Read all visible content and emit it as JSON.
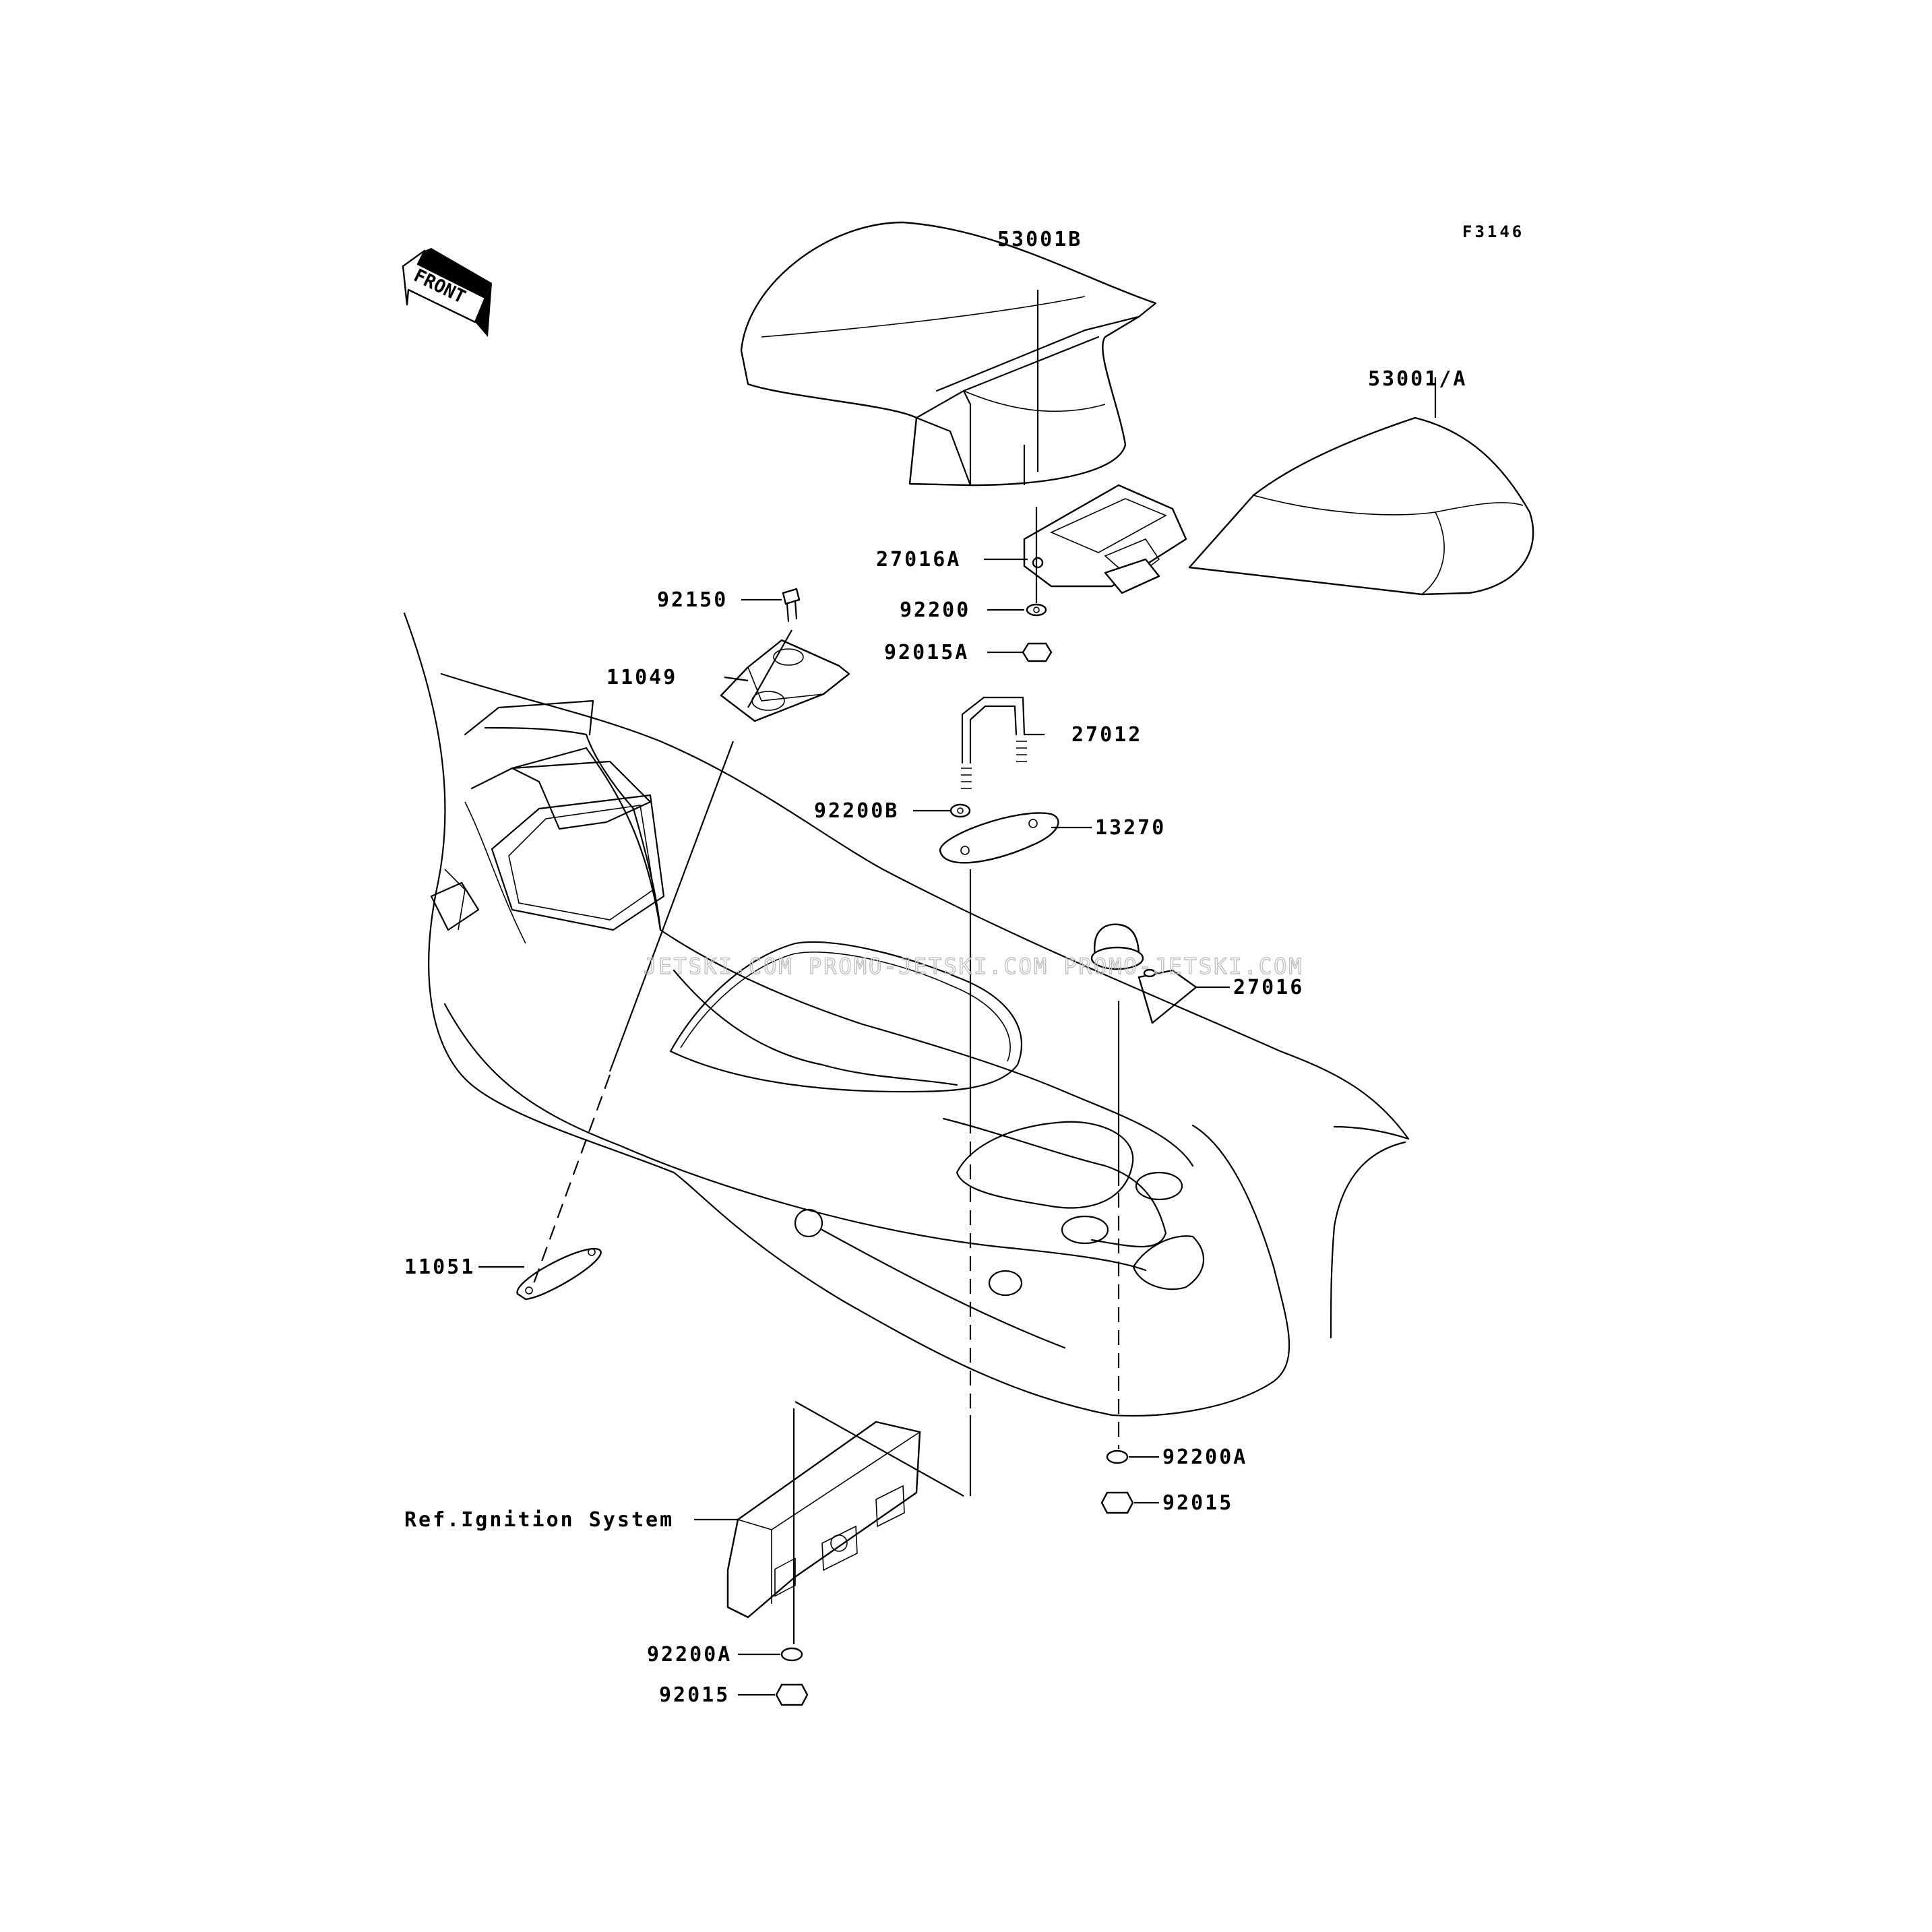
{
  "diagram_code": "F3146",
  "front_arrow": {
    "label": "FRONT"
  },
  "watermark": "JETSKI.COM   PROMO-JETSKI.COM   PROMO-JETSKI.COM",
  "callouts": {
    "c53001B": "53001B",
    "c53001A": "53001/A",
    "c27016A": "27016A",
    "c92200": "92200",
    "c92015A": "92015A",
    "c92150": "92150",
    "c11049": "11049",
    "c27012": "27012",
    "c92200B": "92200B",
    "c13270": "13270",
    "c27016": "27016",
    "c11051": "11051",
    "c92200A_right": "92200A",
    "c92015_right": "92015",
    "cRefIgnition": "Ref.Ignition System",
    "c92200A_bottom": "92200A",
    "c92015_bottom": "92015"
  }
}
